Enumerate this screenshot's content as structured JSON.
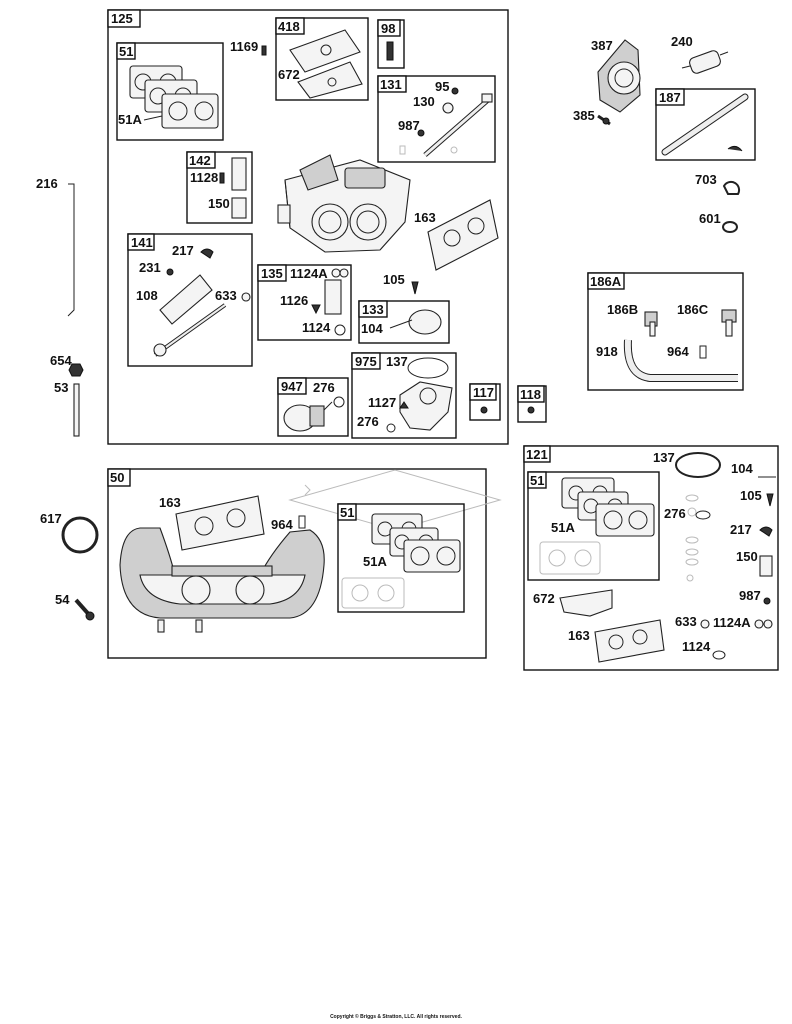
{
  "diagram": {
    "boxes": {
      "b125": "125",
      "b51a": "51",
      "b418": "418",
      "b98": "98",
      "b131": "131",
      "b142": "142",
      "b141": "141",
      "b135": "135",
      "b133": "133",
      "b975": "975",
      "b947": "947",
      "b117": "117",
      "b118": "118",
      "b50": "50",
      "b51b": "51",
      "b121": "121",
      "b51c": "51",
      "b187": "187",
      "b186a": "186A"
    },
    "labels": {
      "p1169": "1169",
      "p672a": "672",
      "p95": "95",
      "p130": "130",
      "p987a": "987",
      "p1128": "1128",
      "p150a": "150",
      "p163a": "163",
      "p217a": "217",
      "p231": "231",
      "p108": "108",
      "p633a": "633",
      "p1124Aa": "1124A",
      "p1126": "1126",
      "p1124a": "1124",
      "p105a": "105",
      "p104a": "104",
      "p137a": "137",
      "p1127": "1127",
      "p276a": "276",
      "p276b": "276",
      "p51Aa": "51A",
      "p216": "216",
      "p654": "654",
      "p53": "53",
      "p617": "617",
      "p54": "54",
      "p163b": "163",
      "p964a": "964",
      "p51Ab": "51A",
      "p387": "387",
      "p240": "240",
      "p385": "385",
      "p703": "703",
      "p601": "601",
      "p186B": "186B",
      "p186C": "186C",
      "p918": "918",
      "p964b": "964",
      "p137b": "137",
      "p104b": "104",
      "p105b": "105",
      "p276c": "276",
      "p217b": "217",
      "p150b": "150",
      "p987b": "987",
      "p51Ac": "51A",
      "p672b": "672",
      "p163c": "163",
      "p633b": "633",
      "p1124Ab": "1124A",
      "p1124b": "1124"
    }
  },
  "copyright": "Copyright © Briggs & Stratton, LLC. All rights reserved."
}
